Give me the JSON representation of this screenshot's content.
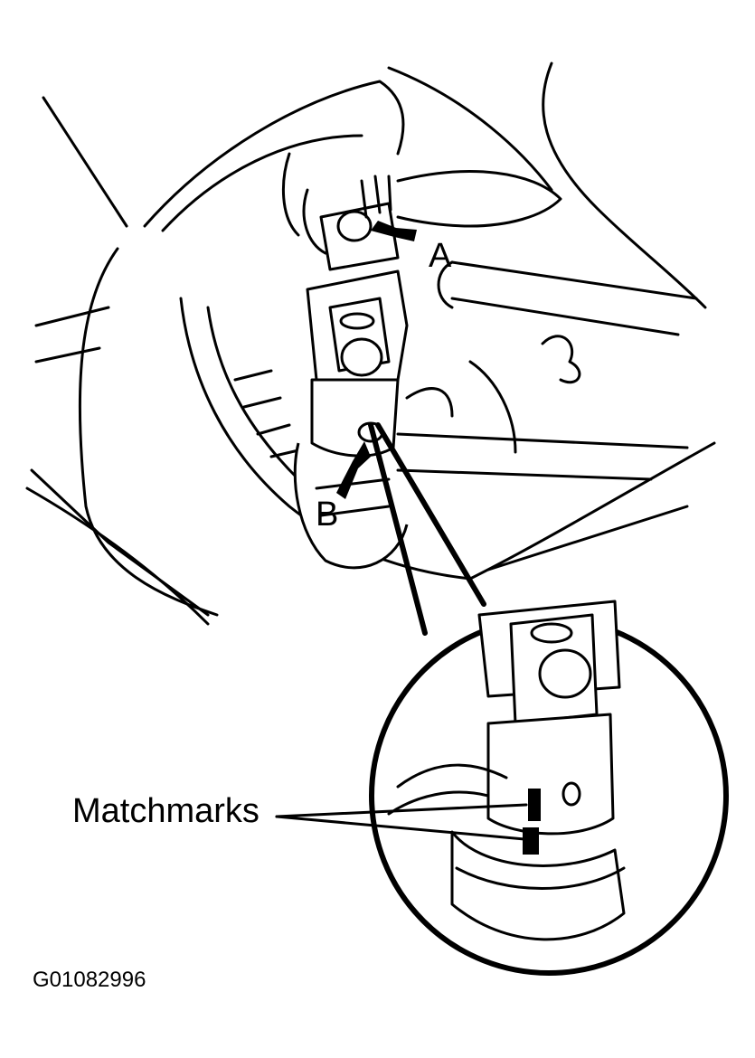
{
  "labels": {
    "a": "A",
    "b": "B",
    "matchmarks": "Matchmarks",
    "figure_code": "G01082996"
  }
}
